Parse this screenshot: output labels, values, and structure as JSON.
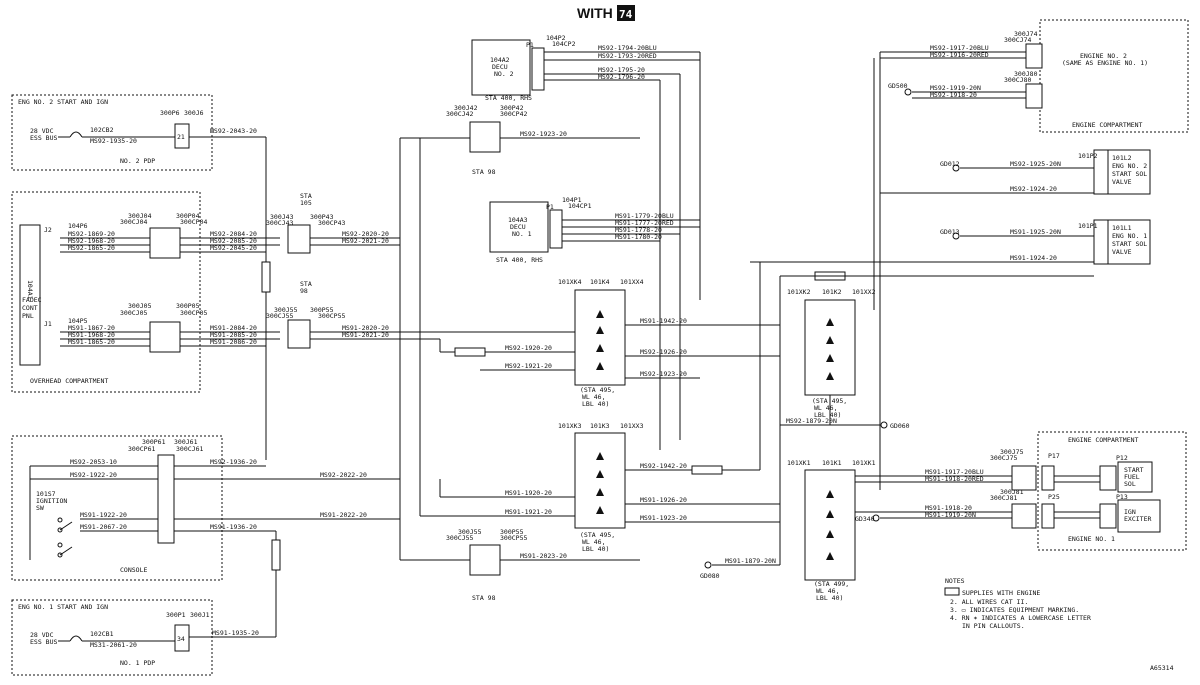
{
  "header": {
    "with": "WITH",
    "badge": "74"
  },
  "drawing_id": "A65314",
  "notes": {
    "title": "NOTES",
    "items": [
      "SUPPLIES WITH ENGINE",
      "2. ALL WIRES CAT II.",
      "3. ▭ INDICATES EQUIPMENT MARKING.",
      "4. RN ✶ INDICATES A LOWERCASE LETTER",
      "IN PIN CALLOUTS."
    ]
  },
  "panels": {
    "eng2_start": {
      "title": "ENG NO. 2 START AND IGN",
      "src1": "28 VDC",
      "src2": "ESS BUS",
      "cb": "102CB2",
      "wire_in": "MS92-1935-20",
      "pdp": "NO. 2 PDP",
      "conn_a": "300P6",
      "conn_b": "300J6",
      "pin": "21",
      "wire_out": "MS92-2043-20"
    },
    "eng1_start": {
      "title": "ENG NO. 1 START AND IGN",
      "src1": "28 VDC",
      "src2": "ESS BUS",
      "cb": "102CB1",
      "wire_in": "MS31-2061-20",
      "pdp": "NO. 1 PDP",
      "conn_a": "300P1",
      "conn_b": "300J1",
      "pin": "34",
      "wire_out": "MS91-1935-20"
    },
    "overhead": {
      "label": "OVERHEAD COMPARTMENT",
      "fadec": [
        "104A1",
        "FADEC",
        "CONT",
        "PNL"
      ],
      "j2": "J2",
      "j1": "J1"
    },
    "console": {
      "label": "CONSOLE",
      "switch": [
        "101S7",
        "IGNITION",
        "SW"
      ]
    },
    "engine_comp_top": {
      "label": "ENGINE COMPARTMENT",
      "engine": [
        "ENGINE NO. 2",
        "(SAME AS ENGINE NO. 1)"
      ]
    },
    "engine_comp_bot": {
      "label": "ENGINE COMPARTMENT",
      "engine": "ENGINE NO. 1"
    }
  },
  "decu2": {
    "ref": "104A2",
    "name": "DECU",
    "no": "NO. 2",
    "sta": "STA 400, RHS",
    "p": "P1",
    "conn": "104P2",
    "cp": "104CP2"
  },
  "decu1": {
    "ref": "104A3",
    "name": "DECU",
    "no": "NO. 1",
    "sta": "STA 400, RHS",
    "p": "P1",
    "conn": "104P1",
    "cp": "104CP1"
  },
  "sol2": {
    "conn": "101P2",
    "ref": "101L2",
    "name": [
      "ENG NO. 2",
      "START SOL",
      "VALVE"
    ],
    "gnd": "GD012"
  },
  "sol1": {
    "conn": "101P1",
    "ref": "101L1",
    "name": [
      "ENG NO. 1",
      "START SOL",
      "VALVE"
    ],
    "gnd": "GD013"
  },
  "stations": {
    "sta98": "STA 98",
    "sta105": [
      "STA",
      "105"
    ],
    "sta98b": [
      "STA",
      "98"
    ]
  },
  "relays": {
    "k4": {
      "socket": "101XK4",
      "relay": "101K4",
      "conn": "101XX4",
      "sta": [
        "(STA 495,",
        "WL 46,",
        "LBL 40)"
      ]
    },
    "k3": {
      "socket": "101XK3",
      "relay": "101K3",
      "conn": "101XX3",
      "sta": [
        "(STA 495,",
        "WL 46,",
        "LBL 40)"
      ]
    },
    "k2": {
      "socket": "101XK2",
      "relay": "101K2",
      "conn": "101XX2",
      "sta": [
        "(STA 495,",
        "WL 46,",
        "LBL 40)"
      ]
    },
    "k1": {
      "socket": "101XK1",
      "relay": "101K1",
      "conn": "101XK1",
      "sta": [
        "(STA 499,",
        "WL 46,",
        "LBL 40)"
      ]
    }
  },
  "grounds": [
    "GD500",
    "GD060",
    "GD080",
    "GD340"
  ],
  "wires": {
    "top": [
      "MS92-1794-20BLU",
      "MS92-1793-20RED",
      "MS92-1795-20",
      "MS92-1796-20",
      "MS92-1917-20BLU",
      "MS92-1916-20RED",
      "MS92-1919-20N",
      "MS92-1918-20",
      "MS92-1923-20",
      "MS92-1925-20N",
      "MS92-1924-20"
    ],
    "decu1": [
      "MS91-1779-20BLU",
      "MS91-1777-20RED",
      "MS91-1778-20",
      "MS91-1780-20",
      "MS91-1925-20N",
      "MS91-1924-20"
    ],
    "overhead2": [
      "MS92-1869-20",
      "MS92-1968-20",
      "MS92-1865-20",
      "MS92-2084-20",
      "MS92-2085-20",
      "MS92-2045-20",
      "MS92-2020-20",
      "MS92-2021-20"
    ],
    "overhead1": [
      "MS91-1867-20",
      "MS91-1968-20",
      "MS91-1865-20",
      "MS91-2084-20",
      "MS91-2085-20",
      "MS91-2086-20",
      "MS91-2020-20",
      "MS91-2021-20"
    ],
    "relay_mid": [
      "MS91-1942-20",
      "MS92-1920-20",
      "MS92-1926-20",
      "MS92-1921-20",
      "MS92-1923-20",
      "MS92-1879-20N"
    ],
    "relay_low": [
      "MS92-1942-20",
      "MS91-1920-20",
      "MS91-1926-20",
      "MS91-1921-20",
      "MS91-1923-20",
      "MS91-2023-20",
      "MS91-1879-20N"
    ],
    "console": [
      "MS92-2053-10",
      "MS92-1922-20",
      "MS91-1922-20",
      "MS91-2067-20",
      "MS92-1936-20",
      "MS92-2022-20",
      "MS91-1936-20",
      "MS91-2022-20"
    ],
    "eng1": [
      "MS91-1917-20BLU",
      "MS91-1918-20RED",
      "MS91-1918-20",
      "MS91-1919-20N"
    ]
  },
  "connectors": {
    "c300j42": "300J42",
    "c300cj42": "300CJ42",
    "c300p42": "300P42",
    "c300cp42": "300CP42",
    "c300j43": "300J43",
    "c300cj43": "300CJ43",
    "c300p43": "300P43",
    "c300cp43": "300CP43",
    "c300j55": "300J55",
    "c300cj55": "300CJ55",
    "c300p55": "300P55",
    "c300cp55": "300CP55",
    "c300j04": "300J04",
    "c300cj04": "300CJ04",
    "c300p04": "300P04",
    "c300cp04": "300CP04",
    "c300j05": "300J05",
    "c300cj05": "300CJ05",
    "c300p05": "300P05",
    "c300cp05": "300CP05",
    "c300p61": "300P61",
    "c300cp61": "300CP61",
    "c300j61": "300J61",
    "c300cj61": "300CJ61",
    "c104p6": "104P6",
    "c104p5": "104P5",
    "c300j74": "300J74",
    "c300cj74": "300CJ74",
    "c300j80": "300J80",
    "c300cj80": "300CJ80",
    "c300j75": "300J75",
    "c300cj75": "300CJ75",
    "c300j81": "300J81",
    "c300cj81": "300CJ81",
    "p17": "P17",
    "p12": "P12",
    "p25": "P25",
    "p13": "P13",
    "fuel_sol": [
      "START",
      "FUEL",
      "SOL"
    ],
    "ign_exc": [
      "IGN",
      "EXCITER"
    ]
  }
}
